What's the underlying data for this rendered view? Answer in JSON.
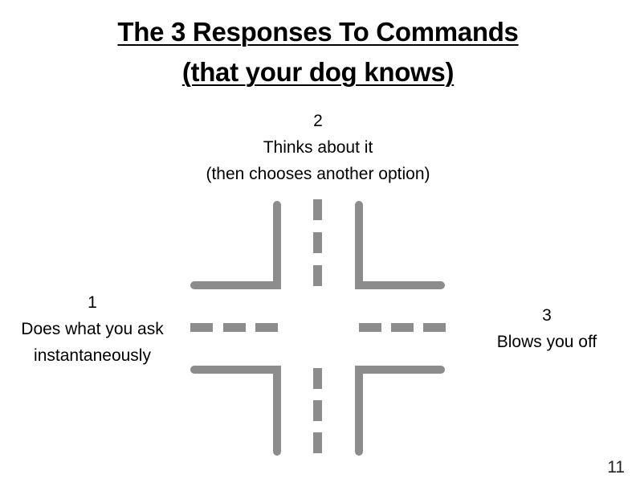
{
  "title": {
    "line1": "The 3 Responses To Commands",
    "line2": "(that your dog knows)"
  },
  "options": [
    {
      "number": "1",
      "lines": [
        "Does what you ask",
        "instantaneously"
      ]
    },
    {
      "number": "2",
      "lines": [
        "Thinks about it",
        "(then chooses another option)"
      ]
    },
    {
      "number": "3",
      "lines": [
        "Blows you off"
      ]
    }
  ],
  "page_number": "11",
  "colors": {
    "road": "#8c8c8c",
    "text": "#000000"
  },
  "icons": {
    "diagram": "road-intersection-icon"
  }
}
